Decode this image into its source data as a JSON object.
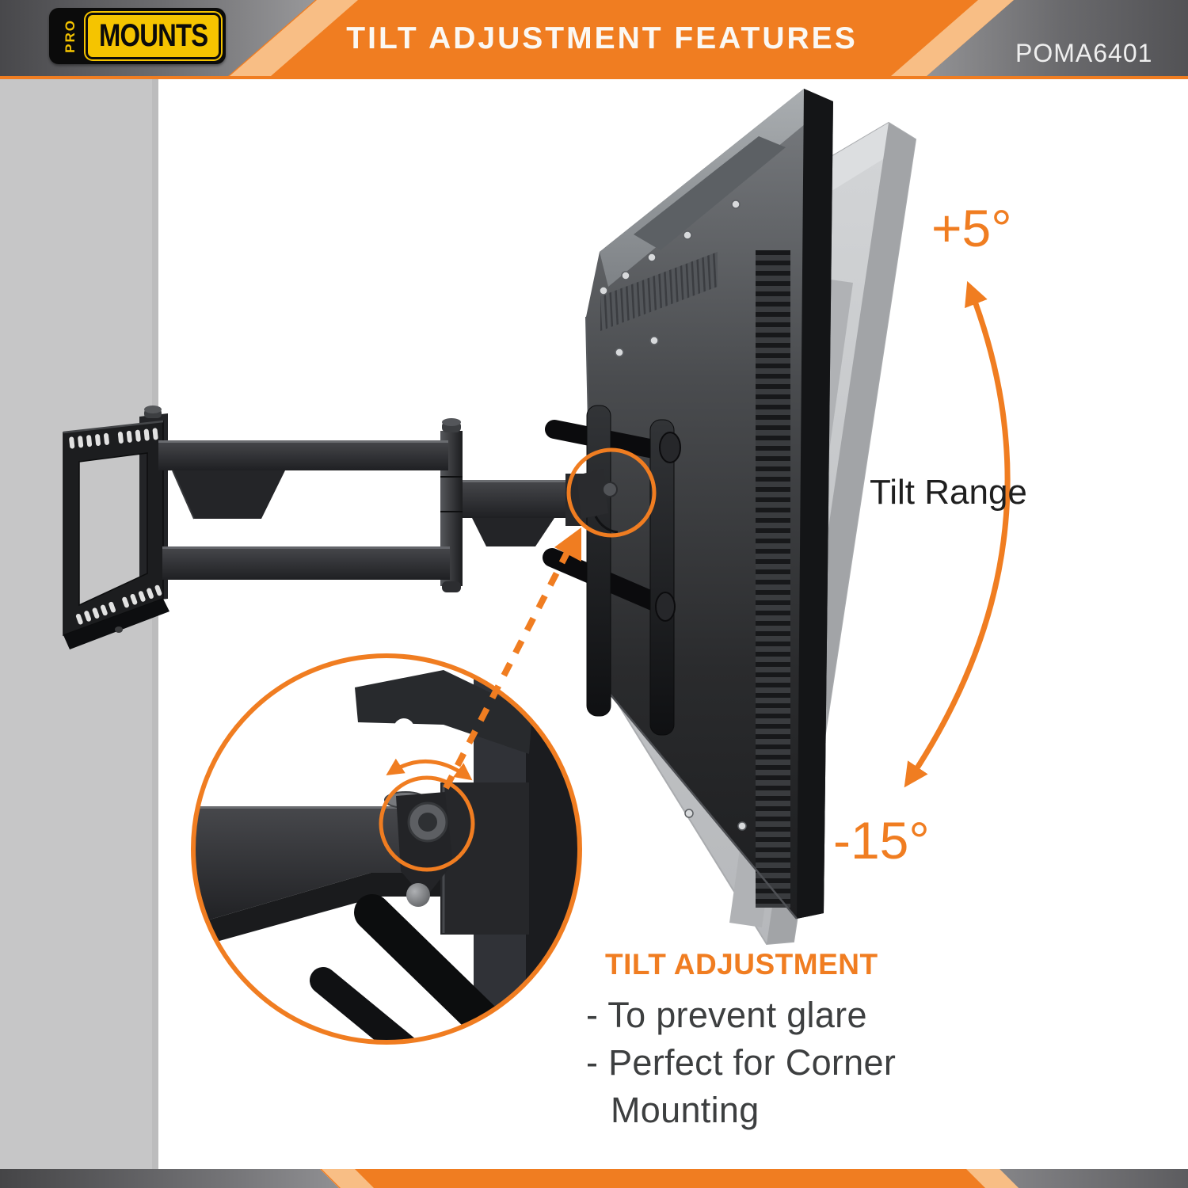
{
  "header": {
    "logo": {
      "pro": "PRO",
      "mounts": "MOUNTS"
    },
    "title": "TILT ADJUSTMENT FEATURES",
    "model": "POMA6401"
  },
  "diagram": {
    "tilt_up_label": "+5°",
    "tilt_range_label": "Tilt Range",
    "tilt_down_label": "-15°"
  },
  "callout": {
    "heading": "TILT ADJUSTMENT",
    "lines": [
      "- To prevent glare",
      "- Perfect for Corner",
      "Mounting"
    ]
  },
  "colors": {
    "accent_orange": "#F07D21",
    "accent_orange_light": "#F8BE85",
    "logo_yellow": "#F5C400",
    "header_gray_dark": "#48484b",
    "wall_gray": "#c6c6c7",
    "tv_dark": "#2a2b2d",
    "tv_ghost": "#c4c6c8"
  }
}
